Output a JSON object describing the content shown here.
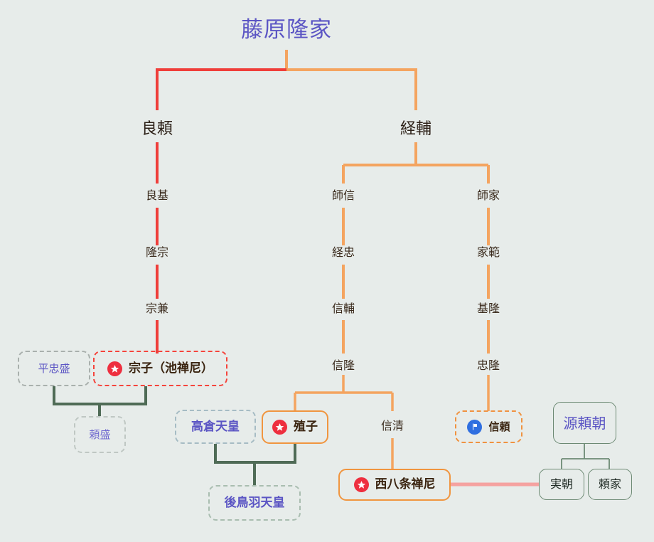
{
  "diagram": {
    "title": "藤原隆家",
    "background_color": "#e7ecea",
    "title_color": "#5b55c4",
    "edge_colors": {
      "red": "#ef3e3a",
      "orange": "#f3a košt",
      "orange_real": "#f4a460",
      "green": "#4f6b56",
      "pink": "#f5a2a0",
      "gray": "#9aa3a0"
    }
  },
  "nodes": {
    "title": {
      "label": "藤原隆家"
    },
    "yoshiyori": {
      "label": "良頼"
    },
    "tsunesuke": {
      "label": "経輔"
    },
    "yoshimoto": {
      "label": "良基"
    },
    "takamune": {
      "label": "隆宗"
    },
    "munekane": {
      "label": "宗兼"
    },
    "moronobu": {
      "label": "師信"
    },
    "moroie": {
      "label": "師家"
    },
    "tsunetada": {
      "label": "経忠"
    },
    "ienori": {
      "label": "家範"
    },
    "nobusuke": {
      "label": "信輔"
    },
    "mototaka": {
      "label": "基隆"
    },
    "nobutaka": {
      "label": "信隆"
    },
    "tadataka": {
      "label": "忠隆"
    },
    "tadamori": {
      "label": "平忠盛"
    },
    "muneko": {
      "label": "宗子（池禅尼）",
      "badge": "star-icon"
    },
    "yorimori": {
      "label": "頼盛"
    },
    "takakura": {
      "label": "高倉天皇"
    },
    "shokushi": {
      "label": "殖子",
      "badge": "star-icon"
    },
    "nobukiyo": {
      "label": "信清"
    },
    "nobuyori": {
      "label": "信頼",
      "badge": "flag-icon"
    },
    "yoritomo": {
      "label": "源頼朝"
    },
    "gotoba": {
      "label": "後鳥羽天皇"
    },
    "nishihachijo": {
      "label": "西八条禅尼",
      "badge": "star-icon"
    },
    "sanetomo": {
      "label": "実朝"
    },
    "yoriie": {
      "label": "頼家"
    }
  }
}
